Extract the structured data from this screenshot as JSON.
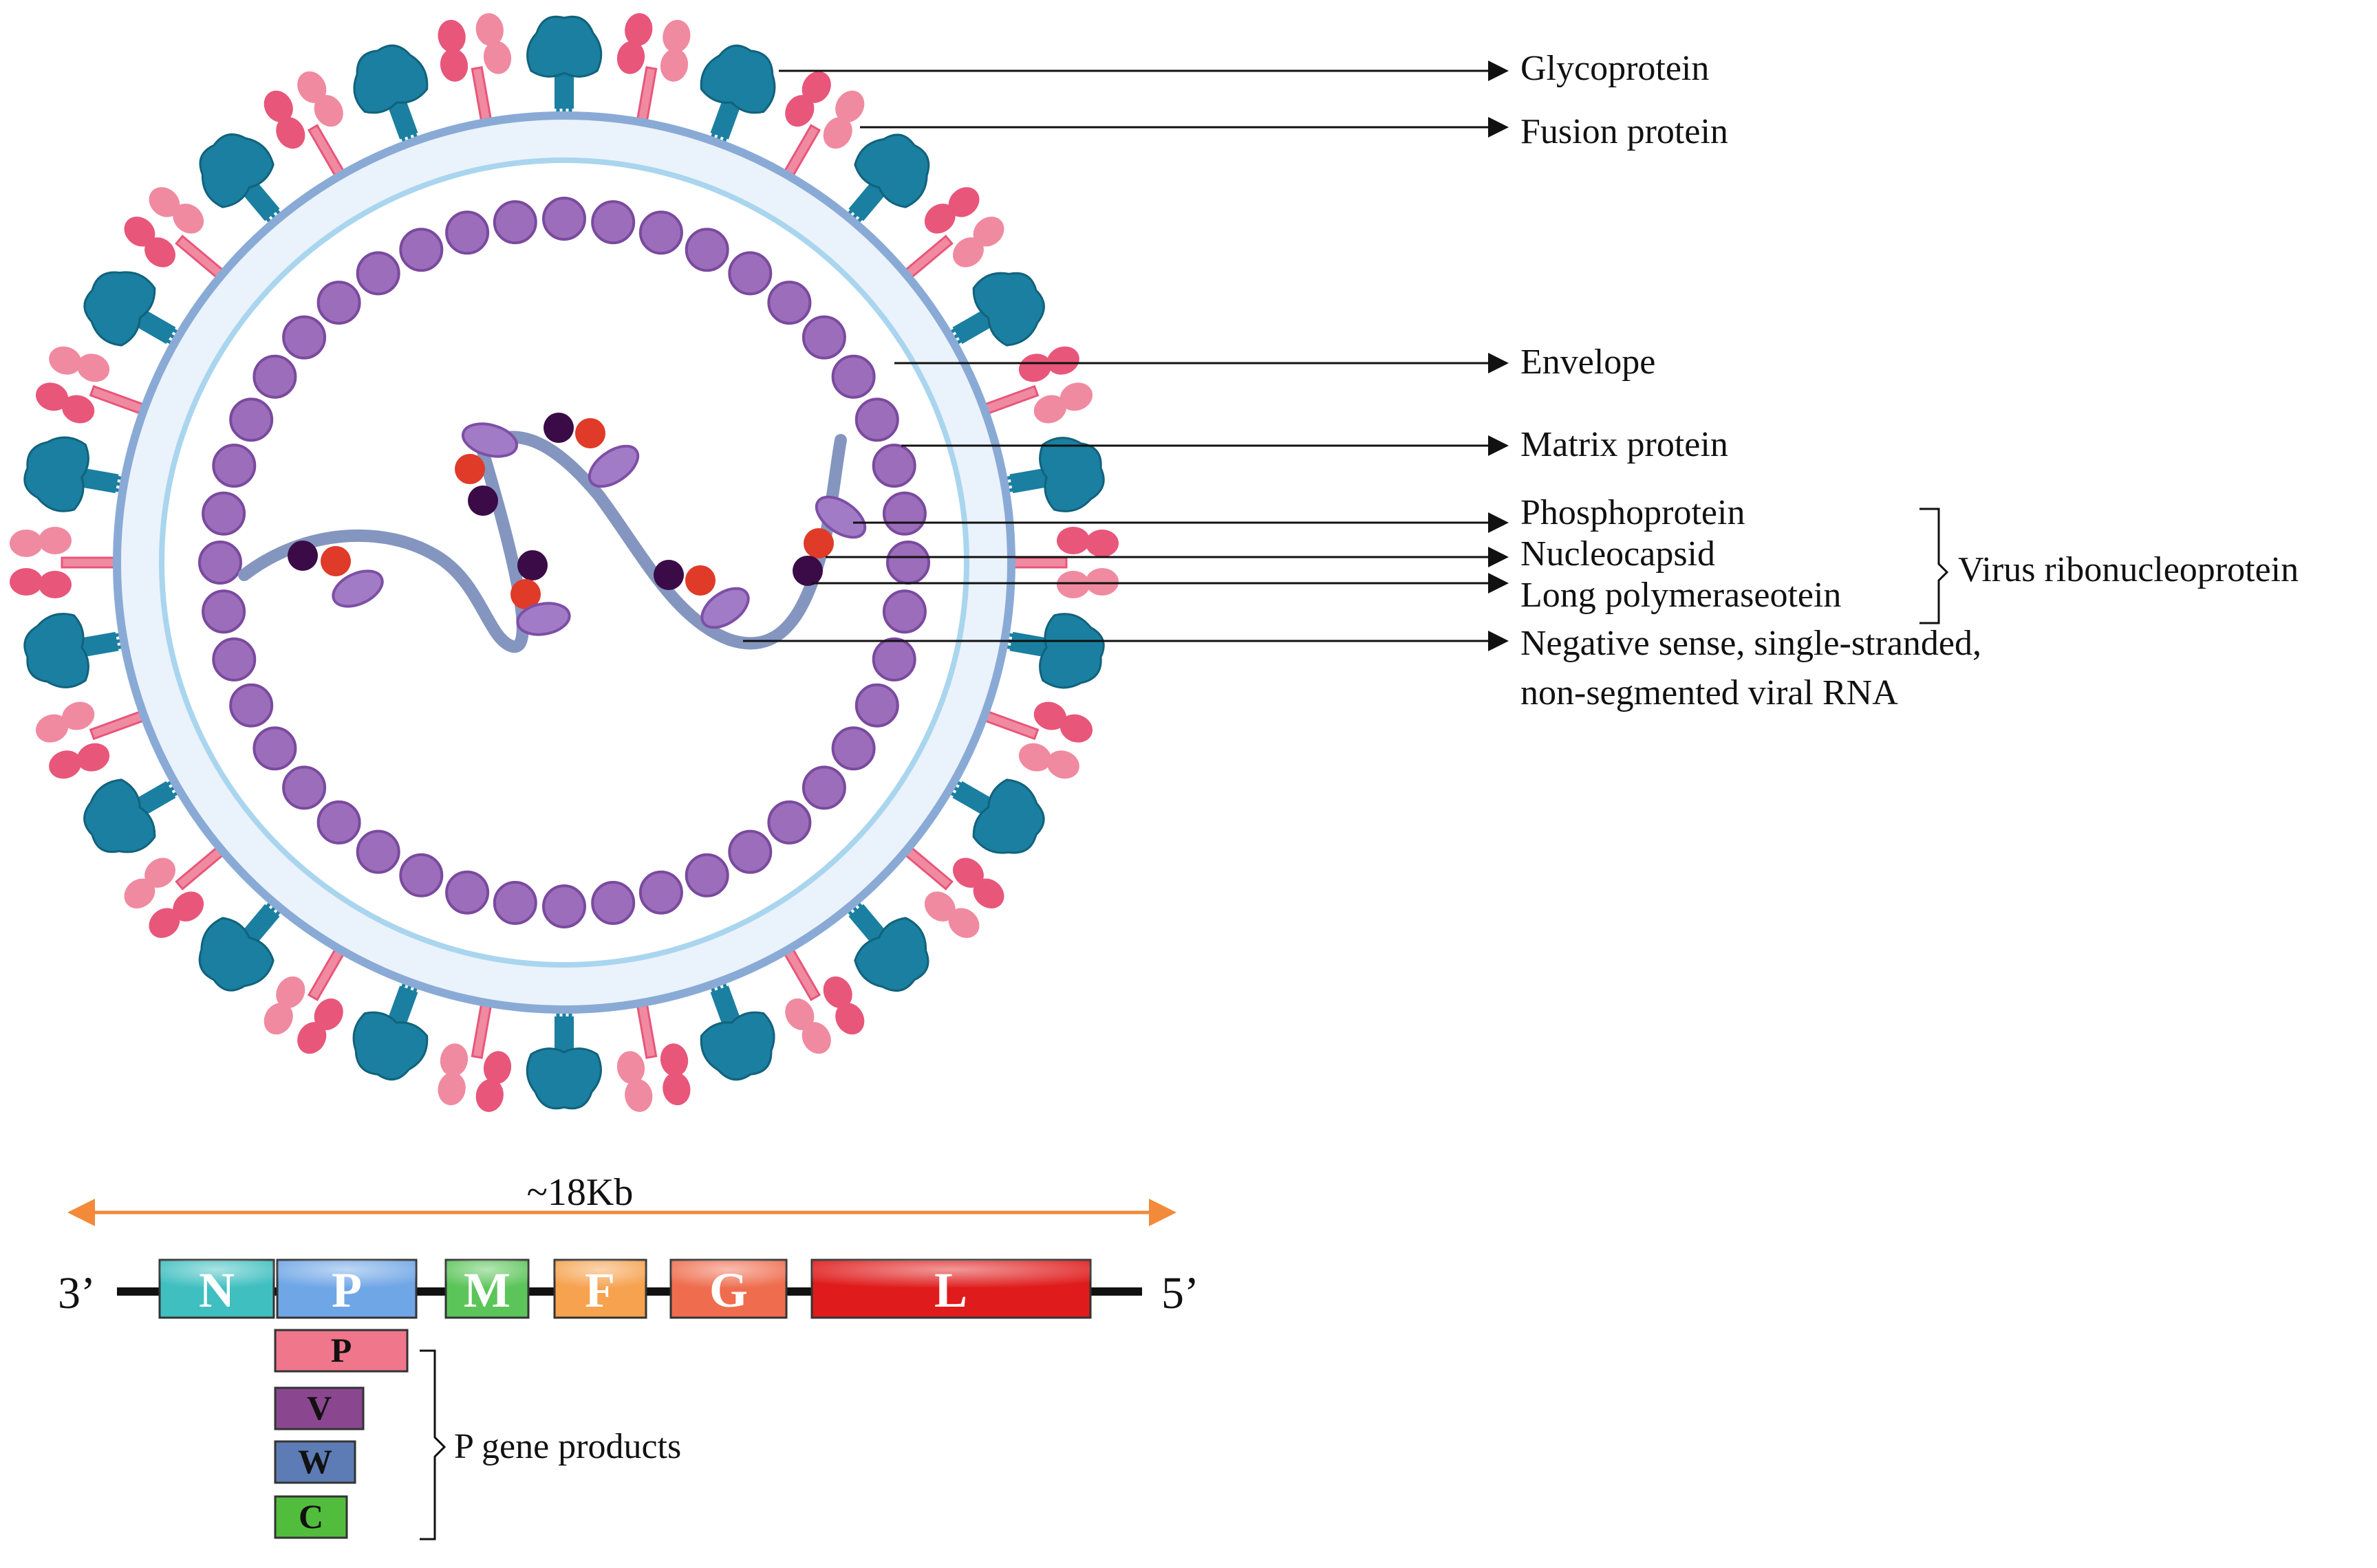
{
  "labels": {
    "glycoprotein": "Glycoprotein",
    "fusion_protein": "Fusion protein",
    "envelope": "Envelope",
    "matrix_protein": "Matrix protein",
    "phosphoprotein": "Phosphoprotein",
    "nucleocapsid": "Nucleocapsid",
    "long_polymerase": "Long polymeraseotein",
    "rna_line1": "Negative sense, single-stranded,",
    "rna_line2": "non-segmented viral RNA",
    "vrnp_group": "Virus ribonucleoprotein"
  },
  "genome": {
    "length_label": "~18Kb",
    "end_3": "3’",
    "end_5": "5’",
    "genes": [
      {
        "name": "N",
        "color": "#3fbfc0"
      },
      {
        "name": "P",
        "color": "#6fa6e6"
      },
      {
        "name": "M",
        "color": "#5cc55a"
      },
      {
        "name": "F",
        "color": "#f6a24f"
      },
      {
        "name": "G",
        "color": "#ef6d4e"
      },
      {
        "name": "L",
        "color": "#e01b1b"
      }
    ],
    "p_products": [
      {
        "name": "P",
        "color": "#f0768c"
      },
      {
        "name": "V",
        "color": "#8a4790"
      },
      {
        "name": "W",
        "color": "#5d7cb5"
      },
      {
        "name": "C",
        "color": "#52bd3c"
      }
    ],
    "p_products_label": "P gene products"
  },
  "colors": {
    "fusion_protein": "#1a7fa0",
    "glycoprotein": "#e8567a",
    "glycoprotein_light": "#f08aa0",
    "matrix_protein": "#9b6dba",
    "envelope_fill": "#eaf2fb",
    "envelope_ring": "#8aaad6",
    "rna": "#8496bf",
    "nucleoprotein": "#a27bc7",
    "phosphoprotein": "#e03a28",
    "polymerase": "#3a0b47",
    "length_arrow": "#f28a3a"
  }
}
